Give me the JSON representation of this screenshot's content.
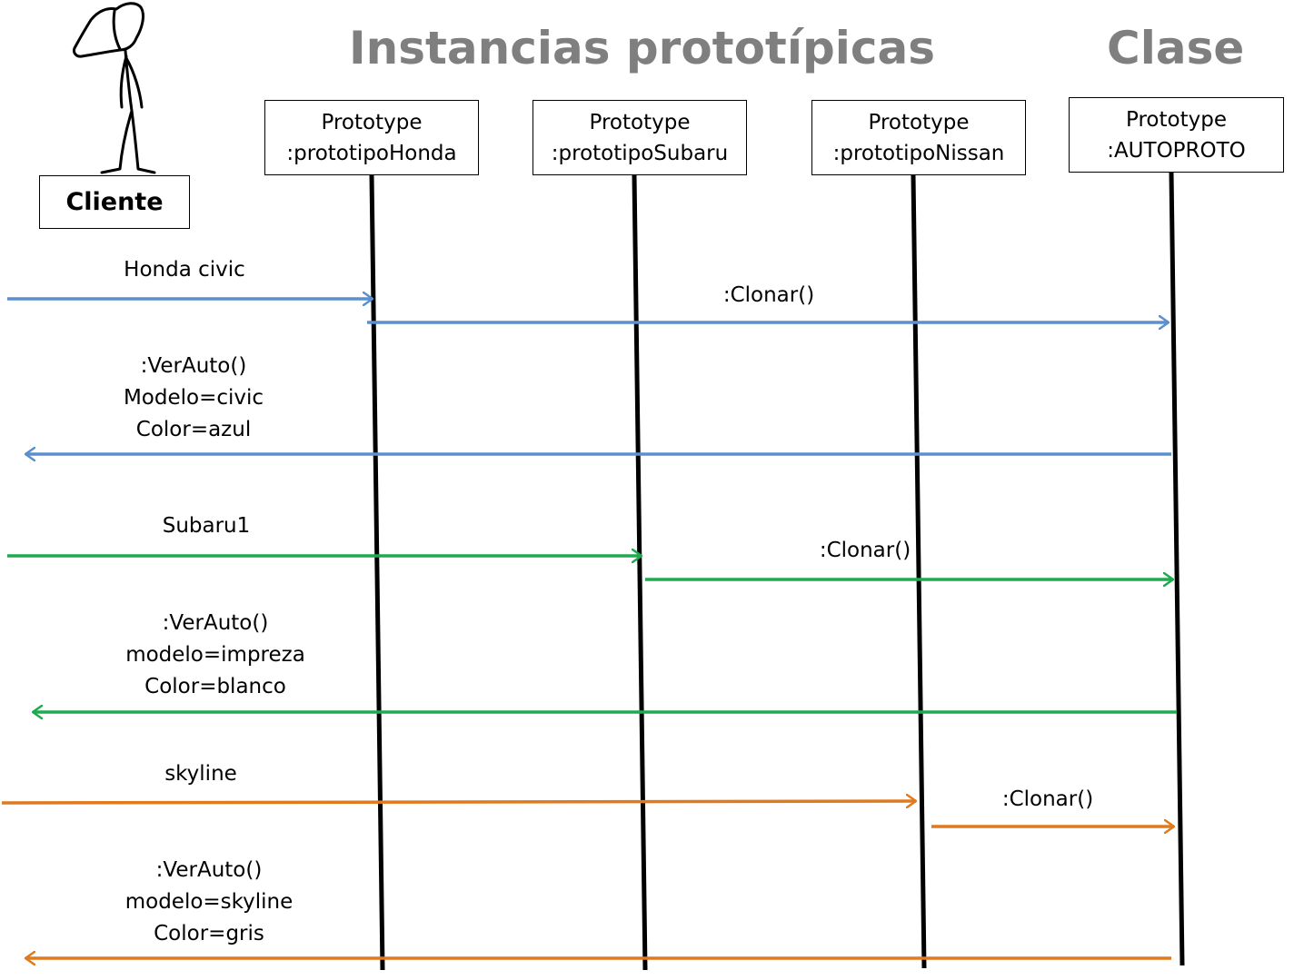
{
  "headings": {
    "instances": "Instancias prototípicas",
    "class": "Clase"
  },
  "actor": {
    "label": "Cliente"
  },
  "lifelines": [
    {
      "stereotype": "Prototype",
      "name": ":prototipoHonda"
    },
    {
      "stereotype": "Prototype",
      "name": ":prototipoSubaru"
    },
    {
      "stereotype": "Prototype",
      "name": ":prototipoNissan"
    },
    {
      "stereotype": "Prototype",
      "name": ":AUTOPROTO"
    }
  ],
  "messages": {
    "honda_request": "Honda civic",
    "honda_clone": ":Clonar()",
    "honda_return": [
      ":VerAuto()",
      "Modelo=civic",
      "Color=azul"
    ],
    "subaru_request": "Subaru1",
    "subaru_clone": ":Clonar()",
    "subaru_return": [
      ":VerAuto()",
      "modelo=impreza",
      "Color=blanco"
    ],
    "nissan_request": "skyline",
    "nissan_clone": ":Clonar()",
    "nissan_return": [
      ":VerAuto()",
      "modelo=skyline",
      "Color=gris"
    ]
  },
  "colors": {
    "honda": "#5b8fd0",
    "subaru": "#1faa4f",
    "nissan": "#e07a1f",
    "lifeline": "#000000",
    "heading": "#7f7f7f"
  }
}
